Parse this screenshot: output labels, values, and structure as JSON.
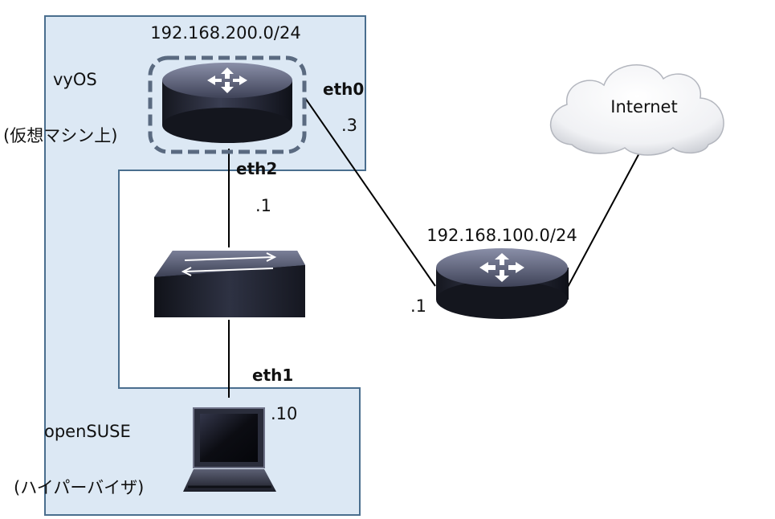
{
  "zone_vyos": {
    "network": "192.168.200.0/24",
    "name": "vyOS",
    "note": "(仮想マシン上)"
  },
  "zone_host": {
    "name": "openSUSE",
    "note": "(ハイパーバイザ)"
  },
  "interfaces": {
    "eth0": "eth0",
    "eth0_addr": ".3",
    "eth2": "eth2",
    "eth2_addr": ".1",
    "eth1": "eth1",
    "eth1_addr": ".10"
  },
  "upstream": {
    "network": "192.168.100.0/24",
    "router_addr": ".1"
  },
  "cloud": {
    "label": "Internet"
  },
  "colors": {
    "zone_fill": "#dce8f4",
    "zone_stroke": "#4a6e8e",
    "device_dark": "#1f2231",
    "device_mid": "#5a5f76",
    "link": "#000000"
  }
}
